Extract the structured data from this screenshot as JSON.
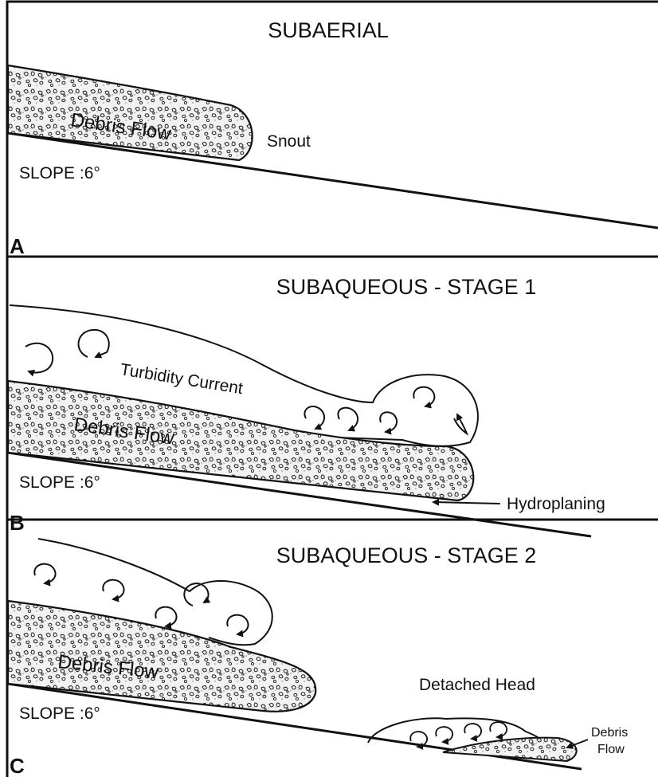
{
  "panels": [
    {
      "letter": "A",
      "title": "SUBAERIAL",
      "slope": "SLOPE :6°",
      "debris_flow": "Debris Flow",
      "snout": "Snout"
    },
    {
      "letter": "B",
      "title": "SUBAQUEOUS - STAGE 1",
      "slope": "SLOPE :6°",
      "debris_flow": "Debris Flow",
      "turbidity": "Turbidity Current",
      "hydroplaning": "Hydroplaning"
    },
    {
      "letter": "C",
      "title": "SUBAQUEOUS - STAGE 2",
      "slope": "SLOPE :6°",
      "debris_flow": "Debris Flow",
      "detached": "Detached Head",
      "small_debris": "Debris",
      "small_flow": "Flow"
    }
  ]
}
